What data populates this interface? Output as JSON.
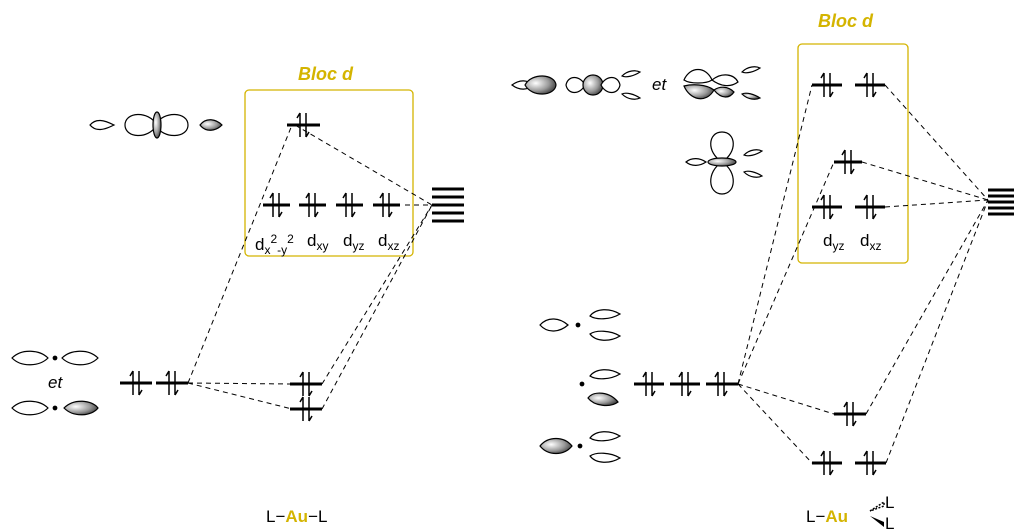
{
  "accent_color": "#d4b400",
  "left": {
    "bloc_title": "Bloc d",
    "d_labels": {
      "x2y2_prefix": "d",
      "x2y2_sub1": "x",
      "x2y2_sup1": "2",
      "x2y2_sub2": "-y",
      "x2y2_sup2": "2",
      "xy_sub": "xy",
      "yz_sub": "yz",
      "xz_sub": "xz",
      "d": "d"
    },
    "ligand_connector": "et",
    "complex": {
      "l1": "L",
      "metal": "Au",
      "l2": "L",
      "bond": "−"
    }
  },
  "right": {
    "bloc_title": "Bloc d",
    "top_connector": "et",
    "d_labels": {
      "d": "d",
      "yz_sub": "yz",
      "xz_sub": "xz"
    },
    "complex": {
      "l1": "L",
      "metal": "Au",
      "l2": "L",
      "l3": "L",
      "bond": "−"
    }
  }
}
